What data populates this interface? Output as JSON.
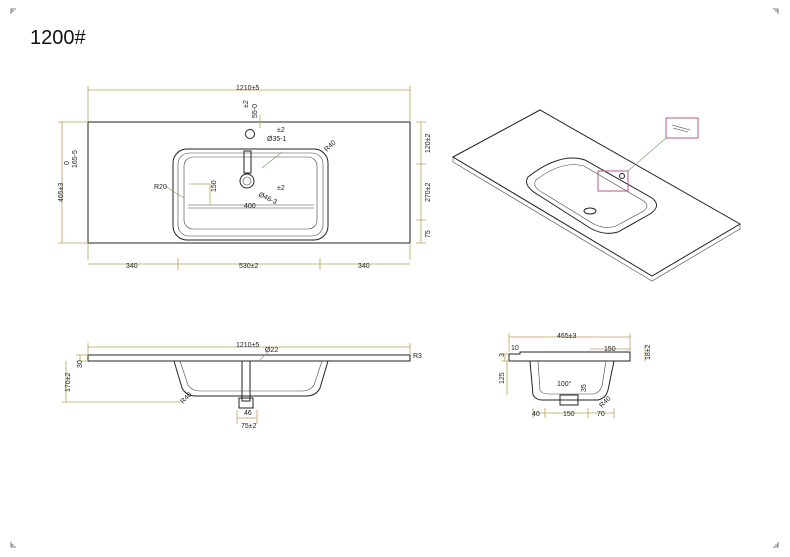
{
  "title": "1200#",
  "top_view": {
    "overall_width": "1210±5",
    "overall_depth": "465±3",
    "tap_offset": "55-0",
    "tap_offset_tol": "±2",
    "tap_hole": "Ø35-1",
    "tap_hole_tol": "±2",
    "drain_hole": "Ø46-3",
    "drain_hole_tol": "±2",
    "bowl_radius": "R40",
    "inner_radius": "R20",
    "bowl_depth": "150",
    "bowl_inner_width": "400",
    "left_edge": "340",
    "bowl_width": "530±2",
    "right_edge": "340",
    "side_depth_0": "0",
    "side_depth_1": "165-5",
    "right_top": "120±2",
    "right_mid": "270±2",
    "right_bottom": "75"
  },
  "front_view": {
    "overall_width": "1210±5",
    "drain": "Ø22",
    "edge_radius": "R3",
    "bowl_radius": "R40",
    "slab": "30",
    "total_height": "170±2",
    "drain_width": "46",
    "drain_outer": "75±2"
  },
  "side_view": {
    "depth": "465±3",
    "top": "3",
    "back": "10",
    "tap": "150",
    "slab": "18±2",
    "height": "125",
    "angle": "100°",
    "drain": "35",
    "bowl_radius": "R40",
    "bottom_left": "40",
    "bottom_mid": "150",
    "bottom_right": "70"
  }
}
